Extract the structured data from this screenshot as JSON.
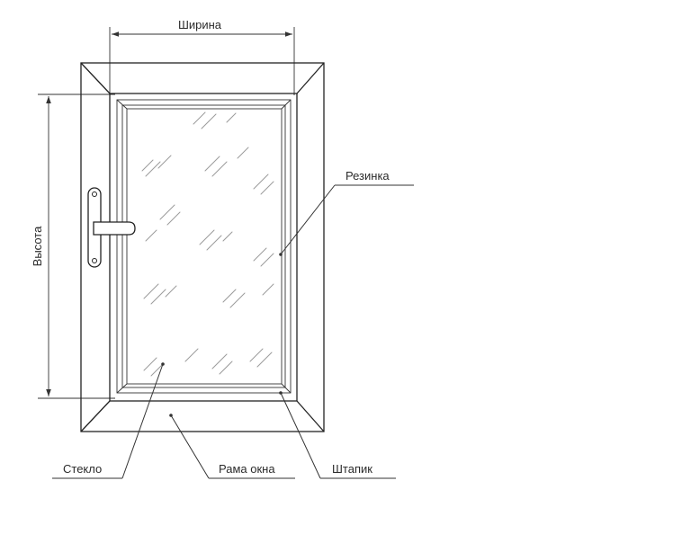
{
  "labels": {
    "width": "Ширина",
    "height": "Высота",
    "gasket": "Резинка",
    "glass": "Стекло",
    "frame": "Рама окна",
    "bead": "Штапик"
  }
}
